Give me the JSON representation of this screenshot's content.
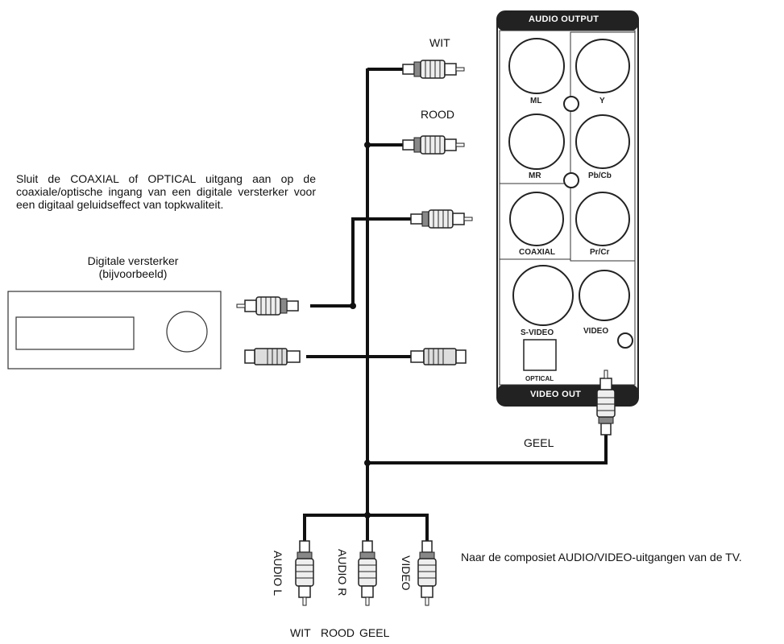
{
  "panel": {
    "header": "AUDIO OUTPUT",
    "footer": "VIDEO OUT",
    "jacks": {
      "ml": "ML",
      "mr": "MR",
      "y": "Y",
      "pbcb": "Pb/Cb",
      "prcr": "Pr/Cr",
      "coaxial": "COAXIAL",
      "svideo": "S-VIDEO",
      "video": "VIDEO",
      "optical": "OPTICAL"
    }
  },
  "cable_colors": {
    "white": "WIT",
    "red": "ROOD",
    "yellow": "GEEL"
  },
  "instruction": "Sluit de COAXIAL of OPTICAL uitgang aan op de coaxiale/optische ingang van een digitale versterker voor een digitaal geluidseffect van topkwaliteit.",
  "amplifier": {
    "title_line1": "Digitale versterker",
    "title_line2": "(bijvoorbeeld)"
  },
  "tv": {
    "note": "Naar de composiet AUDIO/VIDEO-uitgangen van de TV.",
    "plugs": [
      "AUDIO L",
      "AUDIO R",
      "VIDEO"
    ],
    "plug_colors": [
      "WIT",
      "ROOD",
      "GEEL"
    ]
  }
}
